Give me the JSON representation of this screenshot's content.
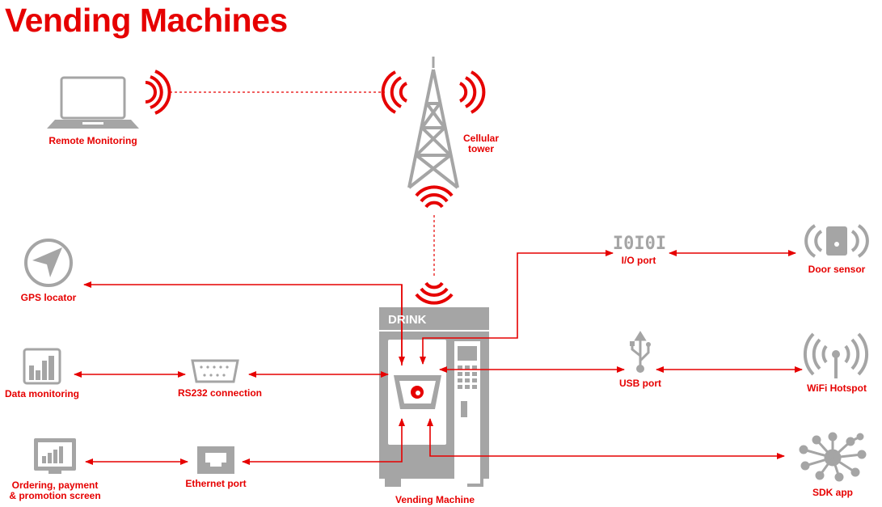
{
  "title": "Vending Machines",
  "labels": {
    "remote_monitoring": "Remote Monitoring",
    "cellular_tower_line1": "Cellular",
    "cellular_tower_line2": "tower",
    "gps_locator": "GPS locator",
    "data_monitoring": "Data monitoring",
    "rs232": "RS232 connection",
    "ordering_line1": "Ordering, payment",
    "ordering_line2": "& promotion screen",
    "ethernet": "Ethernet port",
    "vending_machine": "Vending Machine",
    "io_port": "I/O port",
    "io_glyph": "I0I0I",
    "door_sensor": "Door sensor",
    "usb_port": "USB port",
    "wifi_hotspot": "WiFi Hotspot",
    "sdk_app": "SDK app",
    "drink": "DRINK"
  },
  "colors": {
    "accent": "#e60000",
    "icon_gray": "#a5a5a5"
  },
  "icons": [
    "laptop-icon",
    "cell-tower-icon",
    "gps-icon",
    "bar-chart-icon",
    "serial-port-icon",
    "screen-chart-icon",
    "ethernet-port-icon",
    "io-port-icon",
    "door-sensor-icon",
    "usb-icon",
    "wifi-icon",
    "sdk-network-icon",
    "vending-machine-icon"
  ]
}
